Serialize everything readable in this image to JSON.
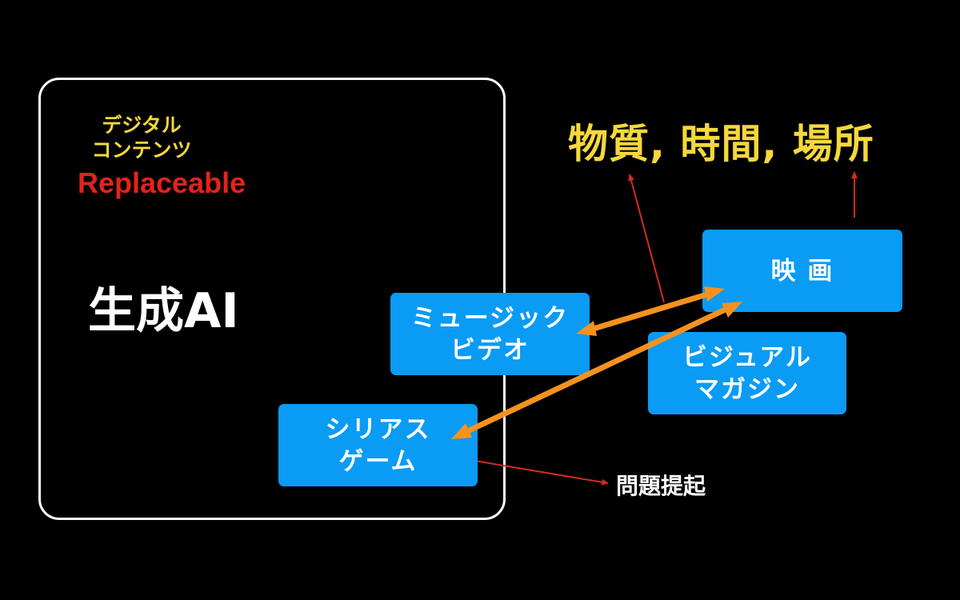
{
  "colors": {
    "background": "#000000",
    "box_fill": "#0a9bf5",
    "box_text": "#ffffff",
    "yellow": "#f5d83a",
    "red": "#e0241b",
    "orange": "#f5921e",
    "white": "#ffffff",
    "red_arrow": "#d42a1e"
  },
  "labels": {
    "digital_line1": "デジタル",
    "digital_line2": "コンテンツ",
    "replaceable": "Replaceable",
    "generative_ai": "生成AI",
    "top_title": "物質, 時間, 場所",
    "problem": "問題提起"
  },
  "boxes": {
    "movie": "映 画",
    "music_video_line1": "ミュージック",
    "music_video_line2": "ビデオ",
    "visual_magazine_line1": "ビジュアル",
    "visual_magazine_line2": "マガジン",
    "serious_game_line1": "シリアス",
    "serious_game_line2": "ゲーム"
  }
}
